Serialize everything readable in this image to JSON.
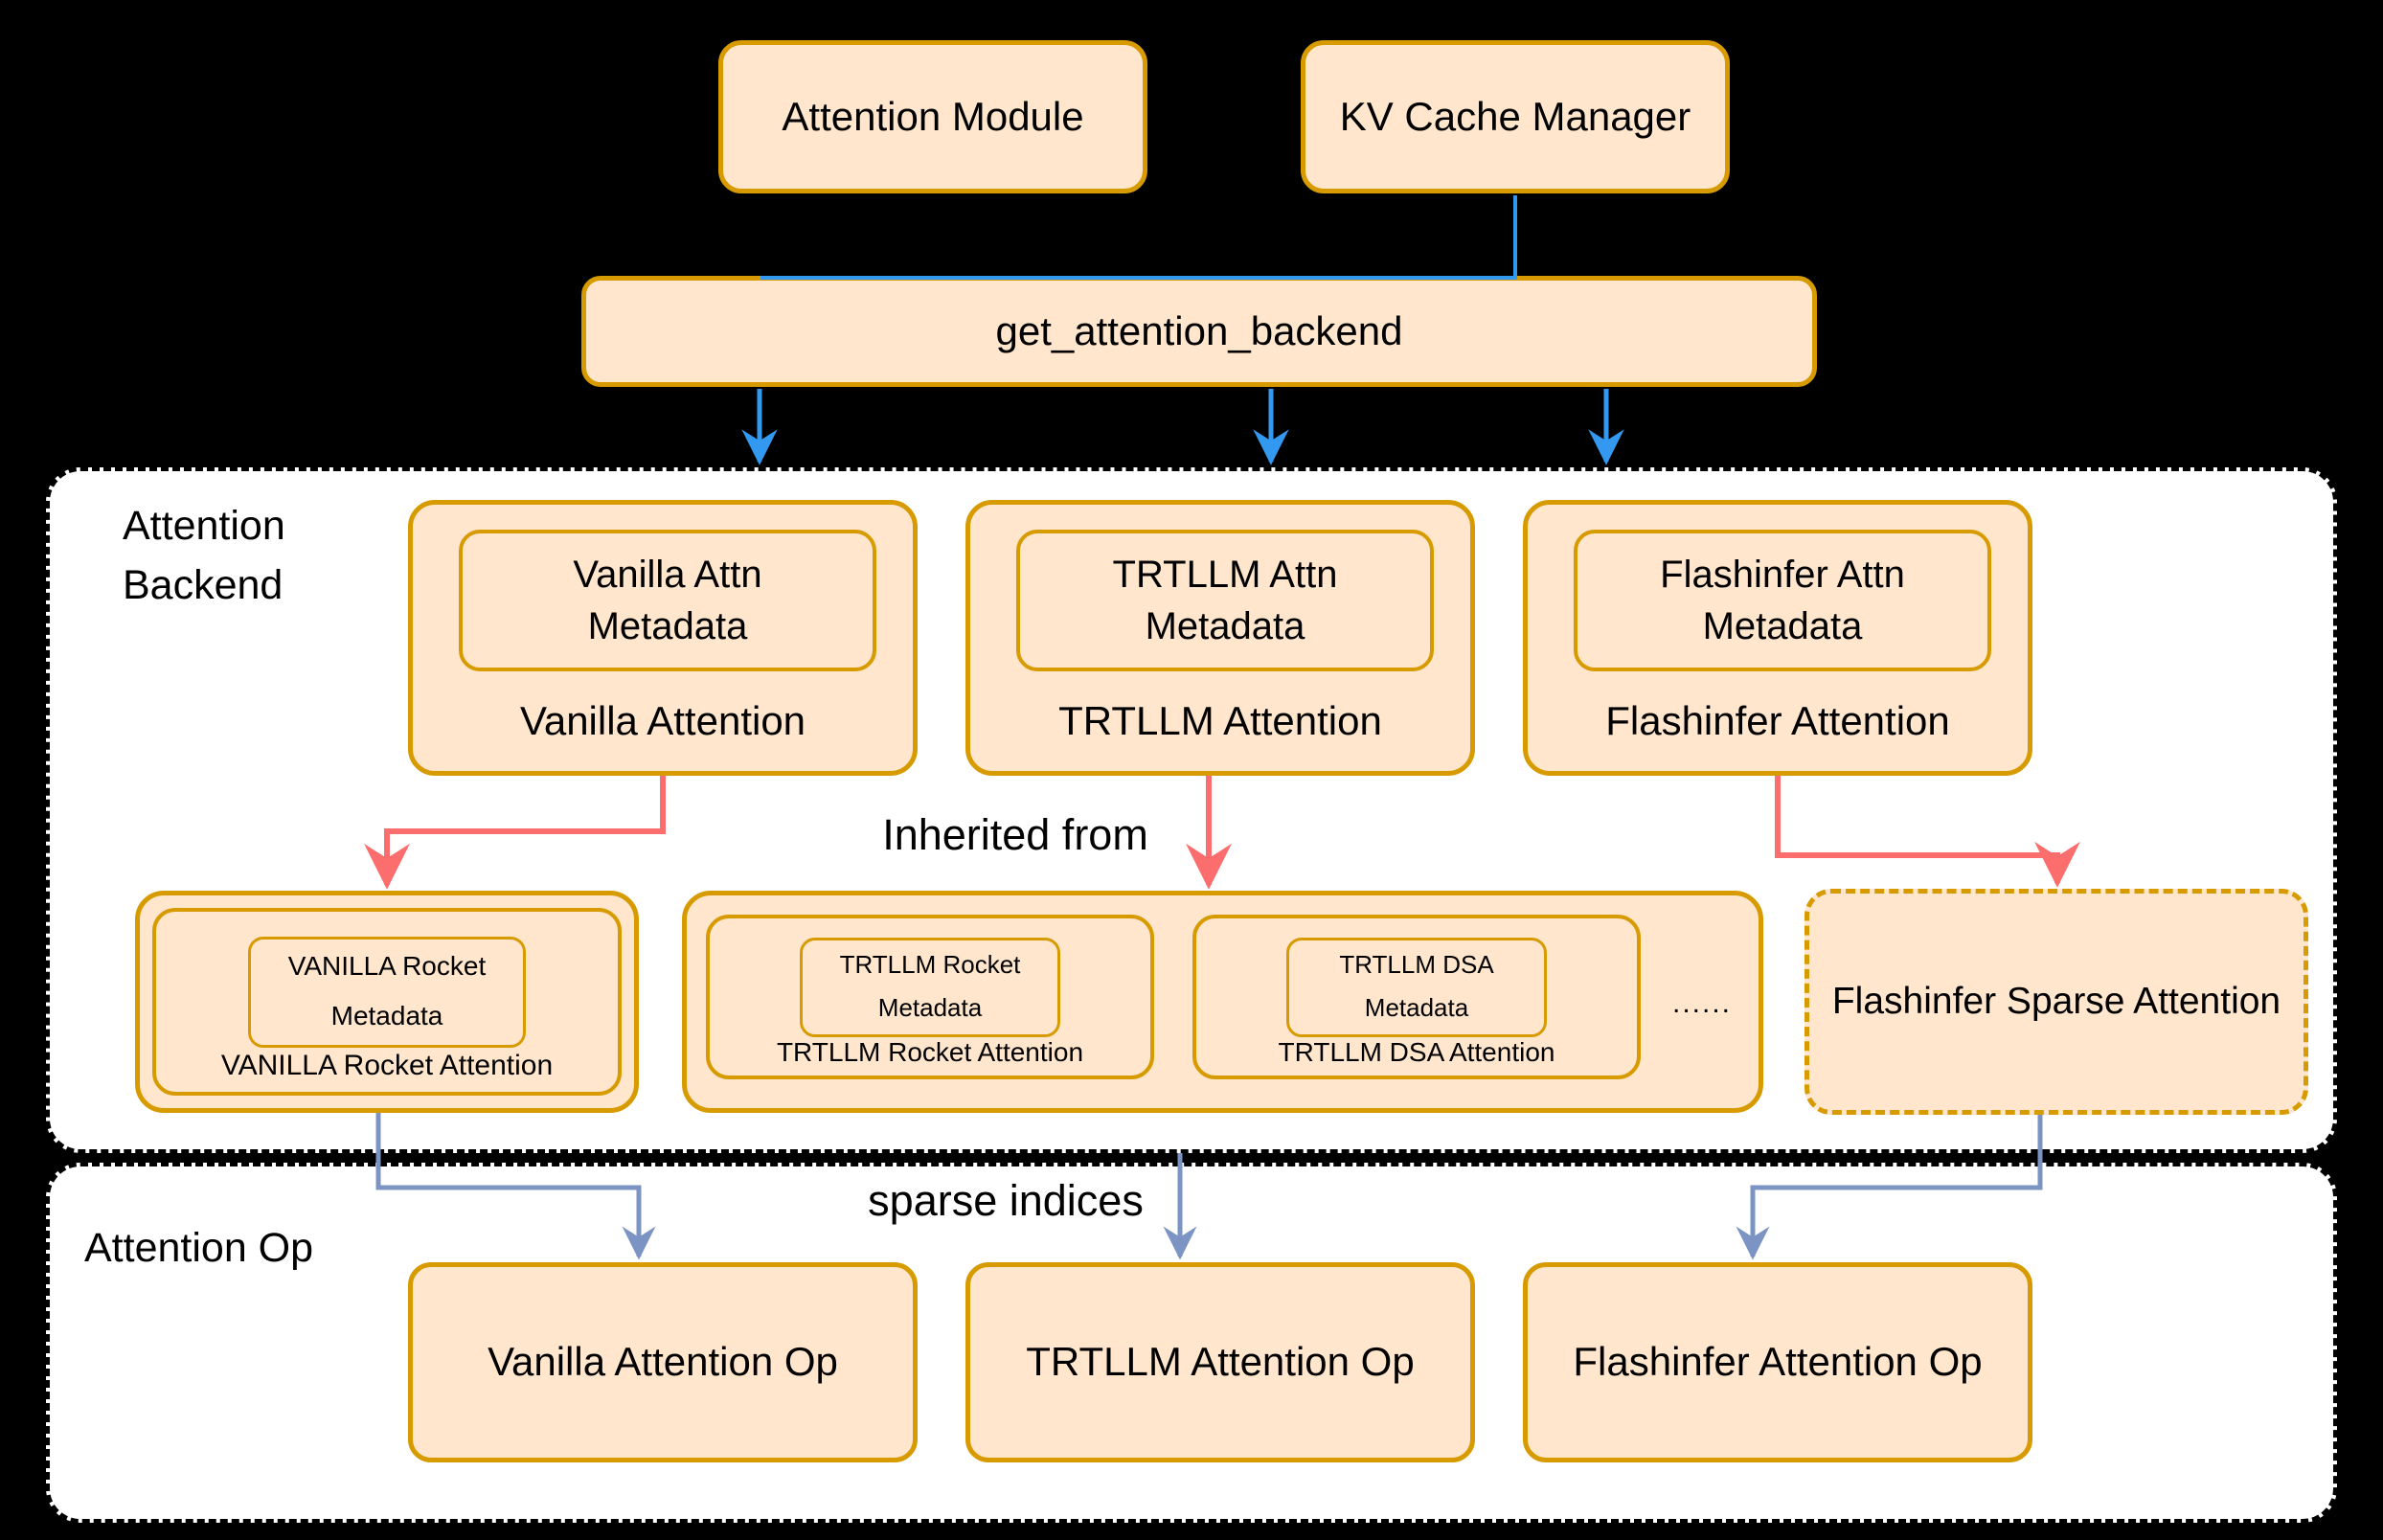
{
  "colors": {
    "background": "#000000",
    "container_fill": "#FFFFFF",
    "node_fill": "#FFE6CC",
    "node_border": "#D79B00",
    "flow_arrow_blue": "#3399F0",
    "inherit_arrow_red": "#FC6E6E",
    "sparse_arrow_blue": "#7B94C4"
  },
  "top": {
    "attention_module": "Attention Module",
    "kv_cache_manager": "KV Cache Manager",
    "get_attention_backend": "get_attention_backend"
  },
  "backend_section": {
    "title": "Attention Backend",
    "inherited_from": "Inherited from",
    "backends": [
      {
        "metadata_line1": "Vanilla Attn",
        "metadata_line2": "Metadata",
        "name": "Vanilla Attention"
      },
      {
        "metadata_line1": "TRTLLM Attn",
        "metadata_line2": "Metadata",
        "name": "TRTLLM Attention"
      },
      {
        "metadata_line1": "Flashinfer Attn",
        "metadata_line2": "Metadata",
        "name": "Flashinfer Attention"
      }
    ],
    "derived": {
      "vanilla_rocket": {
        "metadata_line1": "VANILLA Rocket",
        "metadata_line2": "Metadata",
        "name": "VANILLA Rocket Attention"
      },
      "trtllm_variants": [
        {
          "metadata_line1": "TRTLLM Rocket",
          "metadata_line2": "Metadata",
          "name": "TRTLLM Rocket Attention"
        },
        {
          "metadata_line1": "TRTLLM DSA",
          "metadata_line2": "Metadata",
          "name": "TRTLLM DSA Attention"
        }
      ],
      "ellipsis": "......",
      "flashinfer_sparse": "Flashinfer Sparse Attention"
    }
  },
  "op_section": {
    "title": "Attention Op",
    "sparse_indices": "sparse indices",
    "ops": [
      "Vanilla Attention Op",
      "TRTLLM Attention Op",
      "Flashinfer Attention Op"
    ]
  }
}
